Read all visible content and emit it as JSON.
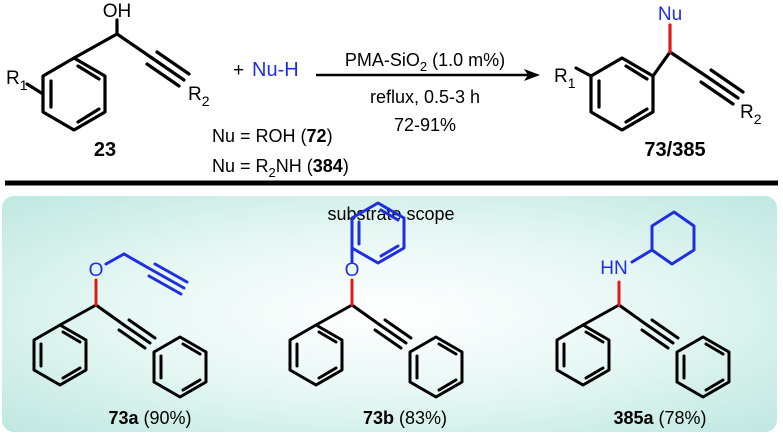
{
  "reaction": {
    "reagent_nu": "Nu-H",
    "plus": "+",
    "conditions_line1_main": "PMA-SiO",
    "conditions_line1_sub": "2",
    "conditions_line1_rest": " (1.0 m%)",
    "conditions_line2": "reflux, 0.5-3 h",
    "yield_range": "72-91%",
    "reactant_label": "23",
    "product_label": "73/385",
    "reactant_oh": "OH",
    "product_nu": "Nu",
    "r1_main": "R",
    "r1_sub": "1",
    "r2_main": "R",
    "r2_sub": "2",
    "nu_def1_prefix": "Nu = ROH (",
    "nu_def1_bold": "72",
    "nu_def1_suffix": ")",
    "nu_def2_prefix": "Nu = R",
    "nu_def2_sub": "2",
    "nu_def2_mid": "NH (",
    "nu_def2_bold": "384",
    "nu_def2_suffix": ")"
  },
  "scope": {
    "title": "substrate scope",
    "products": [
      {
        "bold": "73a",
        "yield": " (90%)",
        "heteroatom": "O"
      },
      {
        "bold": "73b",
        "yield": " (83%)",
        "heteroatom": "O"
      },
      {
        "bold": "385a",
        "yield": " (78%)",
        "heteroatom": "HN"
      }
    ]
  },
  "colors": {
    "nucleophile": "#1f2fe0",
    "bond_highlight": "#e01b1b",
    "text": "#000000"
  }
}
